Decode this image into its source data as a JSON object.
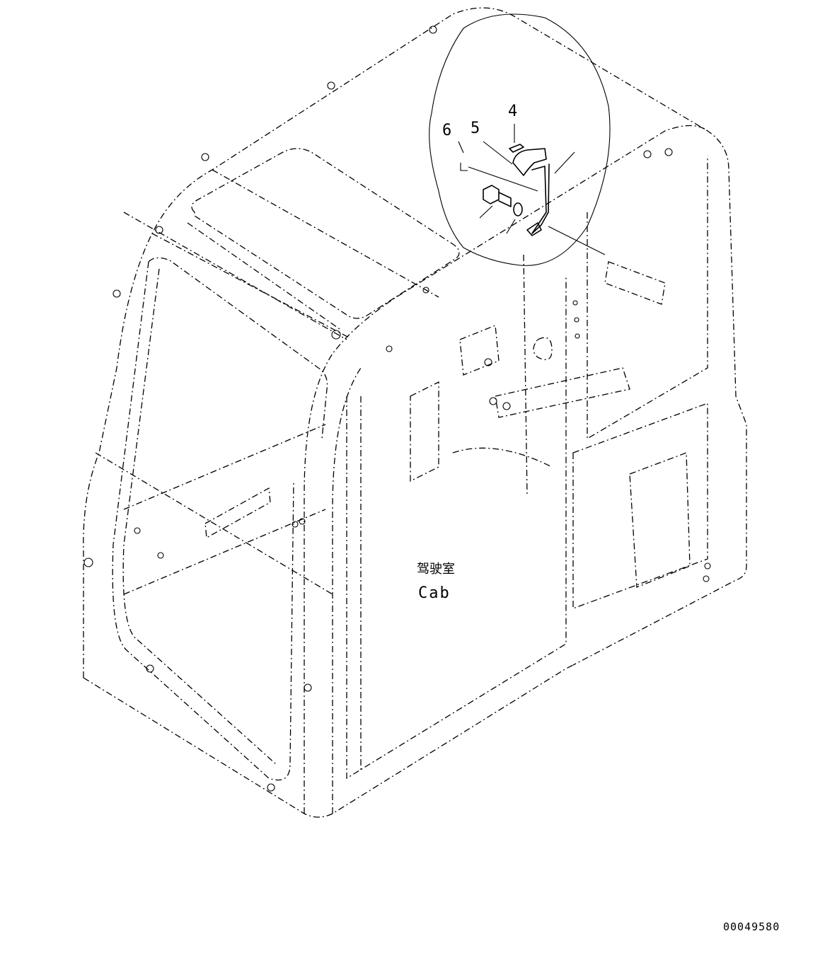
{
  "callouts": [
    {
      "id": "4",
      "text": "4"
    },
    {
      "id": "5",
      "text": "5"
    },
    {
      "id": "6",
      "text": "6"
    }
  ],
  "cab_label": {
    "chinese": "驾驶室",
    "english": "Cab"
  },
  "drawing_number": "00049580"
}
